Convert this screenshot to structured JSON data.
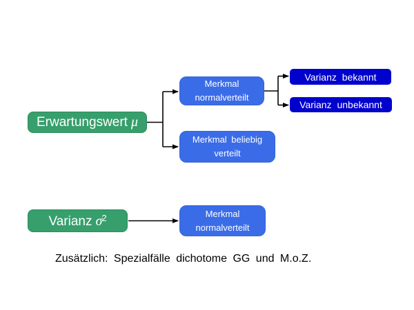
{
  "diagram": {
    "background_color": "#ffffff",
    "connector_color": "#000000",
    "colors": {
      "green_node": "#379F6C",
      "blue_node": "#3B6CE8",
      "navy_node": "#0101CD",
      "node_text": "#ffffff"
    },
    "nodes": {
      "erwartungswert": {
        "text": "Erwartungswert",
        "symbol": "μ"
      },
      "merkmal_normalverteilt_top": {
        "line1": "Merkmal",
        "line2": "normalverteilt"
      },
      "varianz_bekannt": {
        "text": "Varianz bekannt"
      },
      "varianz_unbekannt": {
        "text": "Varianz unbekannt"
      },
      "merkmal_beliebig_verteilt": {
        "line1": "Merkmal beliebig",
        "line2": "verteilt"
      },
      "varianz": {
        "text": "Varianz",
        "symbol": "σ",
        "superscript": "2"
      },
      "merkmal_normalverteilt_bottom": {
        "line1": "Merkmal",
        "line2": "normalverteilt"
      }
    },
    "edges": [
      "erwartungswert -> merkmal_normalverteilt_top",
      "erwartungswert -> merkmal_beliebig_verteilt",
      "merkmal_normalverteilt_top -> varianz_bekannt",
      "merkmal_normalverteilt_top -> varianz_unbekannt",
      "varianz -> merkmal_normalverteilt_bottom"
    ],
    "caption": "Zusätzlich: Spezialfälle dichotome GG und M.o.Z."
  }
}
